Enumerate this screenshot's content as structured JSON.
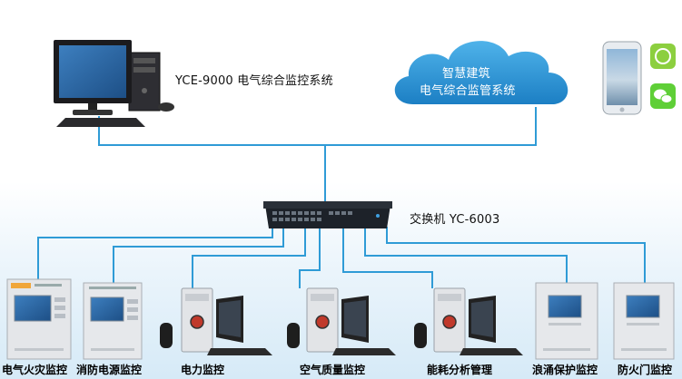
{
  "colors": {
    "link": "#2f9bd6",
    "cloud": "#2a93d5",
    "panel_bezel": "#e6e8ea",
    "screen_blue": "#2e6ea8"
  },
  "top_system": {
    "label": "YCE-9000 电气综合监控系统",
    "icon": "desktop-computer-icon"
  },
  "cloud": {
    "line1": "智慧建筑",
    "line2": "电气综合监管系统",
    "icon": "cloud-icon"
  },
  "mobile": {
    "icons": [
      "smartphone-icon",
      "app-green-icon",
      "wechat-icon"
    ]
  },
  "switch": {
    "label": "交换机 YC-6003",
    "icon": "network-switch-icon"
  },
  "devices": [
    {
      "label": "电气火灾监控",
      "icon": "monitor-panel-icon"
    },
    {
      "label": "消防电源监控",
      "icon": "monitor-panel-icon"
    },
    {
      "label": "电力监控",
      "icon": "workstation-icon"
    },
    {
      "label": "空气质量监控",
      "icon": "workstation-icon"
    },
    {
      "label": "能耗分析管理",
      "icon": "workstation-icon"
    },
    {
      "label": "浪涌保护监控",
      "icon": "monitor-panel-icon"
    },
    {
      "label": "防火门监控",
      "icon": "monitor-panel-icon"
    }
  ]
}
